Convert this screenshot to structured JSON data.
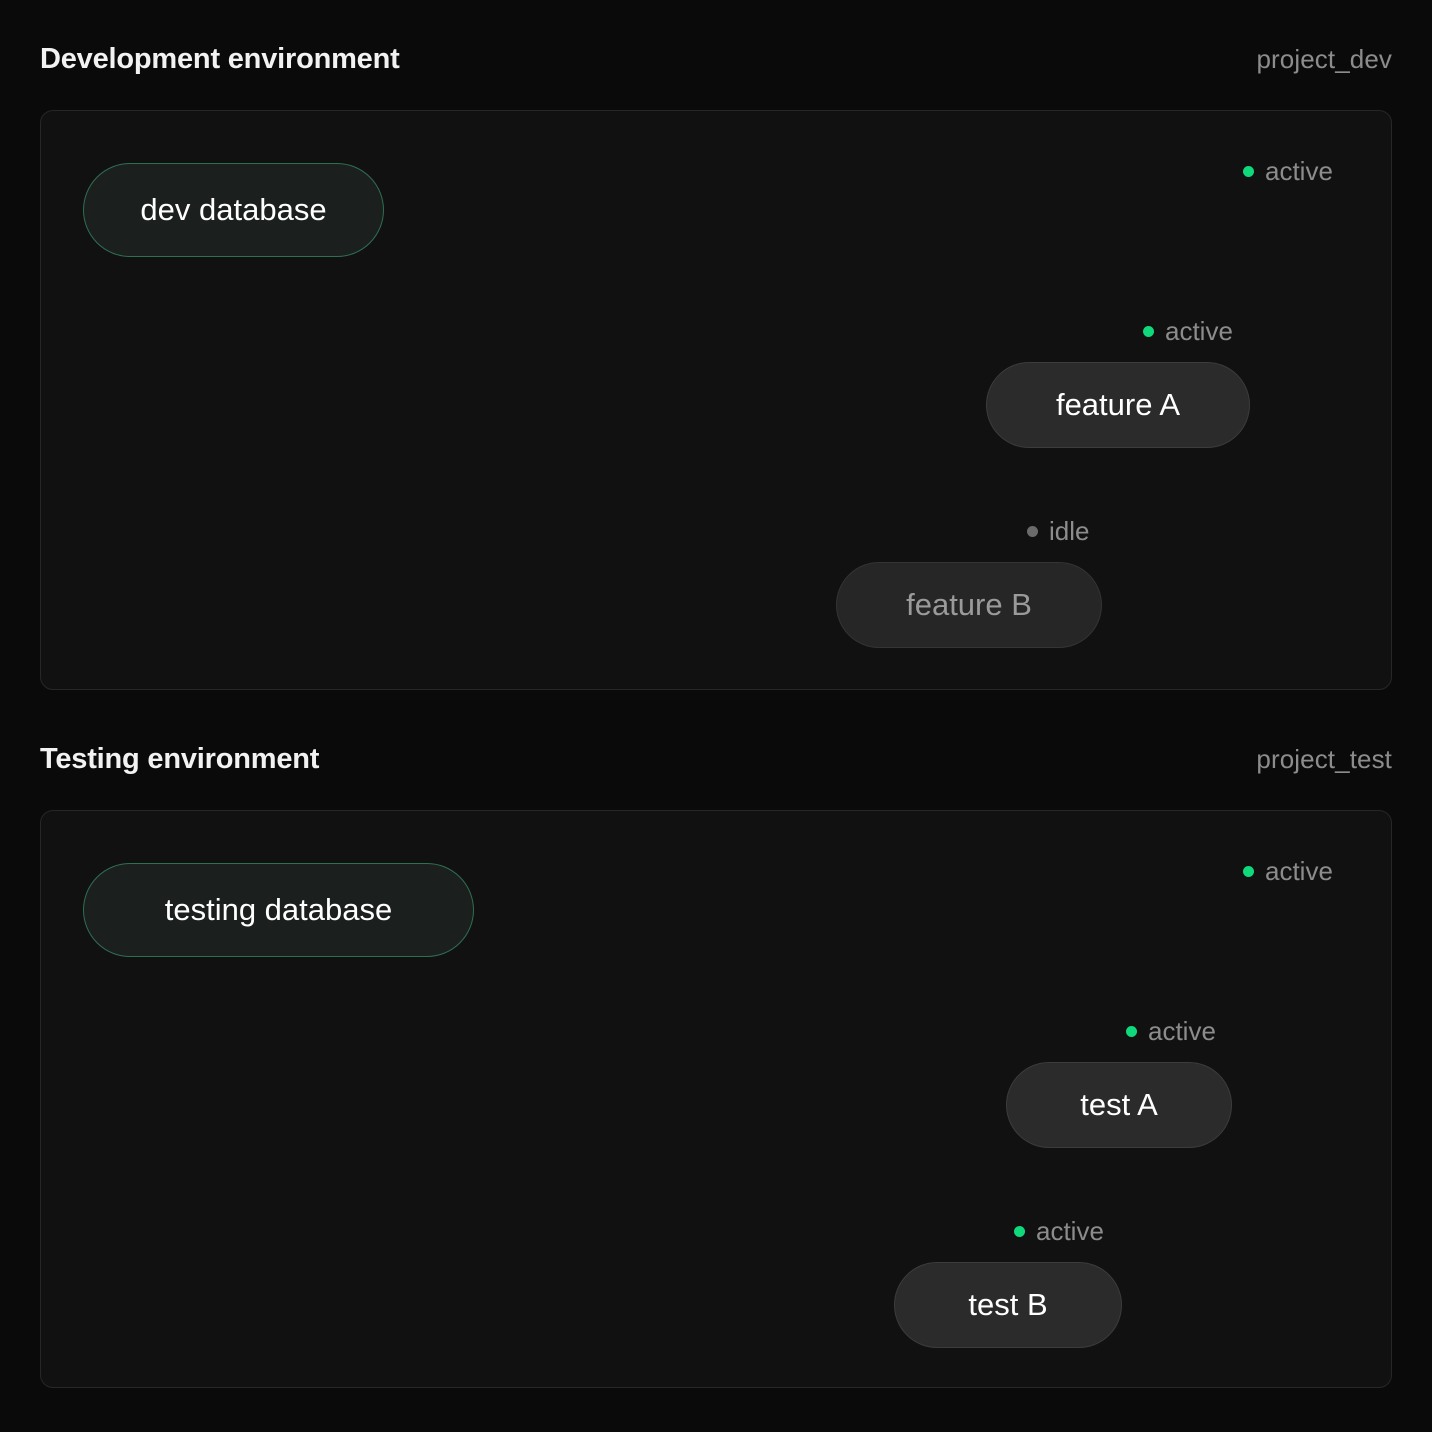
{
  "page": {
    "background": "#0a0a0a",
    "accent_active": "#10d97c",
    "accent_idle": "#4a4a4a"
  },
  "sections": [
    {
      "id": "development",
      "title": "Development environment",
      "project": "project_dev",
      "database": {
        "label": "dev database",
        "status": "active"
      },
      "trunk_status": "active",
      "endpoint": {
        "status_label": "active",
        "status": "active"
      },
      "nodes": [
        {
          "label": "feature A",
          "status": "active",
          "status_label": "active"
        },
        {
          "label": "feature B",
          "status": "idle",
          "status_label": "idle"
        }
      ]
    },
    {
      "id": "testing",
      "title": "Testing environment",
      "project": "project_test",
      "database": {
        "label": "testing database",
        "status": "active"
      },
      "trunk_status": "active",
      "endpoint": {
        "status_label": "active",
        "status": "active"
      },
      "nodes": [
        {
          "label": "test A",
          "status": "active",
          "status_label": "active"
        },
        {
          "label": "test B",
          "status": "active",
          "status_label": "active"
        }
      ]
    }
  ]
}
